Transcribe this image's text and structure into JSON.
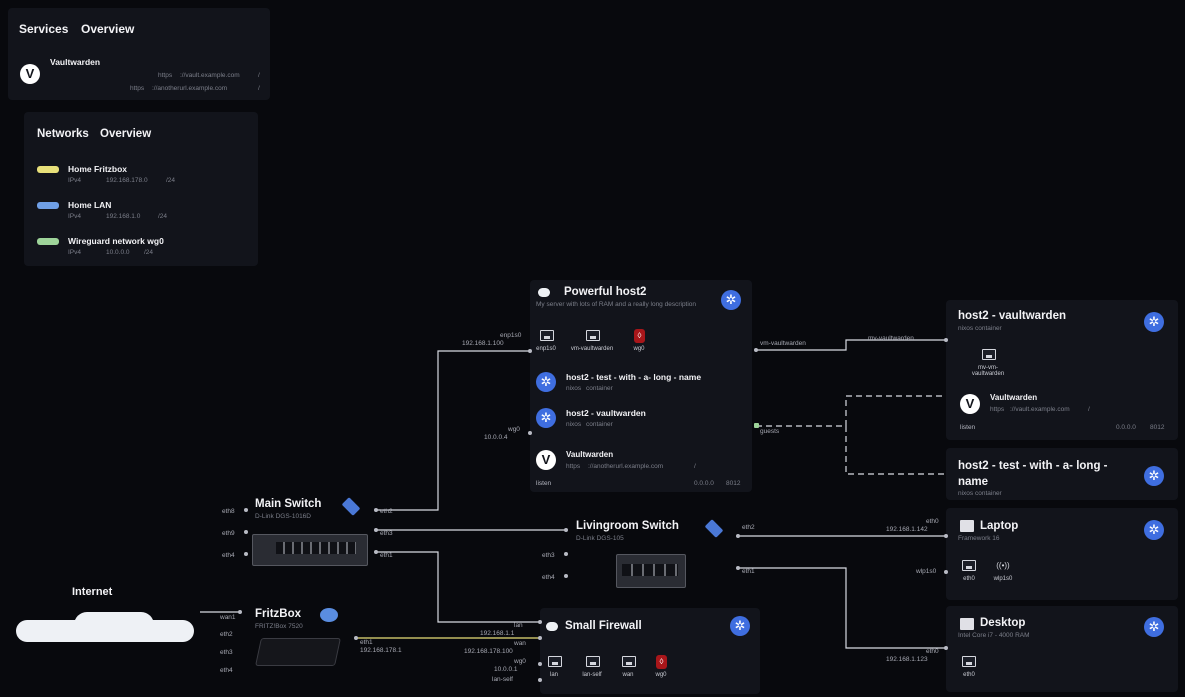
{
  "colors": {
    "background": "#08090d",
    "panel": "#12141b",
    "kubernetes": "#3f6ee0",
    "wireguard_red": "#a8161a",
    "fritzbox_net": "#e8e07a",
    "home_lan": "#6f9fe6",
    "wireguard_net": "#9ed49a"
  },
  "services_panel": {
    "title": "Services",
    "title2": "Overview",
    "item": {
      "name": "Vaultwarden",
      "icon": "vaultwarden-icon",
      "url_scheme": "https",
      "url1": "://vault.example.com",
      "url1_tail": "/",
      "url2_scheme": "https",
      "url2": "://anotherurl.example.com",
      "url2_tail": "/"
    }
  },
  "networks_panel": {
    "title": "Networks",
    "title2": "Overview",
    "items": [
      {
        "name": "Home Fritzbox",
        "proto": "IPv4",
        "addr": "192.168.178.0",
        "mask": "/24",
        "color": "#e8e07a"
      },
      {
        "name": "Home LAN",
        "proto": "IPv4",
        "addr": "192.168.1.0",
        "mask": "/24",
        "color": "#6f9fe6"
      },
      {
        "name": "Wireguard network wg0",
        "proto": "IPv4",
        "addr": "10.0.0.0",
        "mask": "/24",
        "color": "#9ed49a"
      }
    ]
  },
  "internet": {
    "label": "Internet",
    "port": "wan1"
  },
  "fritzbox": {
    "title": "FritzBox",
    "sub": "FRITZ!Box 7520",
    "ports": [
      "wan1",
      "eth2",
      "eth3",
      "eth4"
    ],
    "eth1": "eth1",
    "eth1_ip": "192.168.178.1"
  },
  "main_switch": {
    "title": "Main Switch",
    "sub": "D-Link DGS-1016D",
    "ports_left": [
      "eth8",
      "eth9",
      "eth4"
    ],
    "ports_right": [
      "eth2",
      "eth3",
      "eth1"
    ]
  },
  "living_switch": {
    "title": "Livingroom Switch",
    "sub": "D-Link DGS-105",
    "ports": [
      "eth3",
      "eth4"
    ]
  },
  "host2": {
    "title": "Powerful host2",
    "desc": "My server with lots of RAM and a really long description",
    "icon_left": "cloud-icon",
    "ifaces": [
      {
        "label": "enp1s0"
      },
      {
        "label": "vm-vaultwarden"
      },
      {
        "label": "wg0"
      }
    ],
    "enp1s0_port": "enp1s0",
    "enp1s0_ip": "192.168.1.100",
    "wg0_port": "wg0",
    "wg0_ip": "10.0.0.4",
    "vm_port": "vm-vaultwarden",
    "guests_port": "guests",
    "guest1": {
      "name": "host2 - test - with - a- long - name",
      "type": "nixos",
      "state": "container"
    },
    "guest2": {
      "name": "host2 - vaultwarden",
      "type": "nixos",
      "state": "container"
    },
    "service": {
      "name": "Vaultwarden",
      "scheme": "https",
      "url": "://anotherurl.example.com",
      "tail": "/",
      "listen": "listen",
      "addr": "0.0.0.0",
      "port": "8012"
    }
  },
  "vaultwarden_guest": {
    "title": "host2 - vaultwarden",
    "sub": "nixos container",
    "port_label": "mv-vaultwarden",
    "iface": "mv-vm-vaultwarden",
    "service": {
      "name": "Vaultwarden",
      "scheme": "https",
      "url": "://vault.example.com",
      "tail": "/",
      "listen": "listen",
      "addr": "0.0.0.0",
      "port": "8012"
    }
  },
  "test_guest": {
    "title": "host2 - test - with - a- long - name",
    "sub": "nixos container"
  },
  "laptop": {
    "title": "Laptop",
    "sub": "Framework 16",
    "eth0": "eth0",
    "eth0_ip": "192.168.1.142",
    "wlan_port": "wlp1s0",
    "ifaces": [
      {
        "label": "eth0"
      },
      {
        "label": "wlp1s0"
      }
    ]
  },
  "desktop": {
    "title": "Desktop",
    "sub": "Intel Core i7 - 4000 RAM",
    "eth0": "eth0",
    "eth0_ip": "192.168.1.123",
    "ifaces": [
      {
        "label": "eth0"
      }
    ]
  },
  "firewall": {
    "title": "Small Firewall",
    "ports": [
      "lan",
      "wan",
      "wg0",
      "lan-self"
    ],
    "lan_ip": "192.168.1.1",
    "wan_ip": "192.168.178.100",
    "wg0_ip": "10.0.0.1",
    "ifaces": [
      {
        "label": "lan"
      },
      {
        "label": "lan-self"
      },
      {
        "label": "wan"
      },
      {
        "label": "wg0"
      }
    ]
  },
  "living_ports": {
    "eth2": "eth2",
    "eth1": "eth1"
  }
}
